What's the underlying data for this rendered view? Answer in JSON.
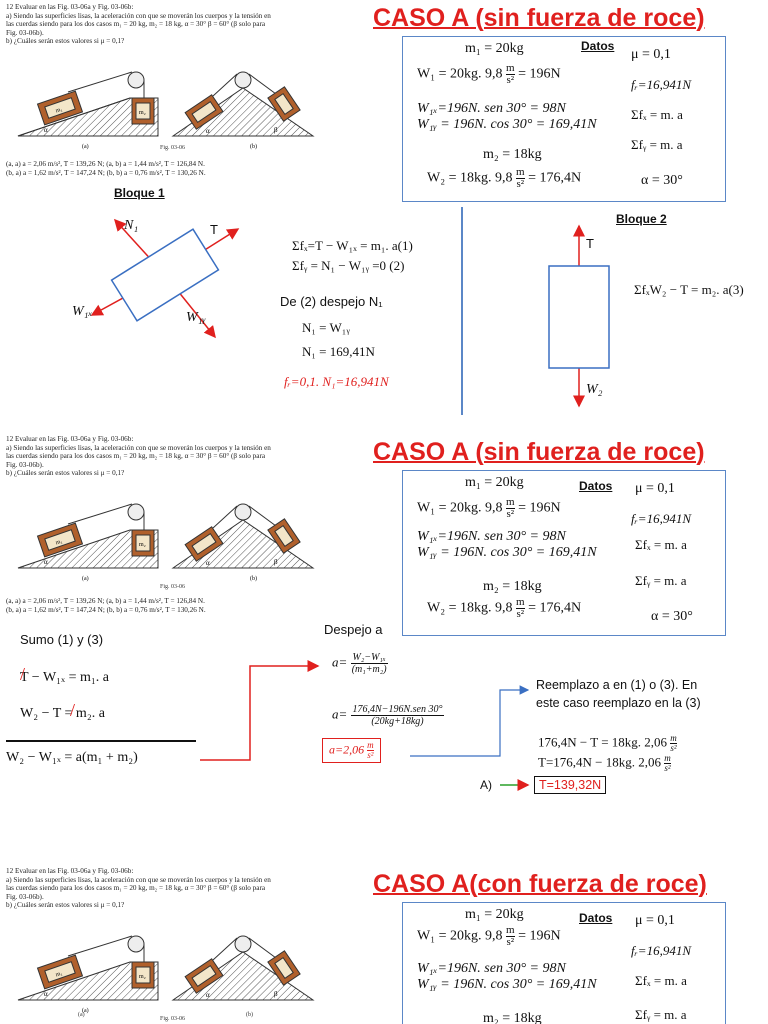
{
  "problem": {
    "lines": [
      "12   Evaluar en las Fig. 03-06a y Fig. 03-06b:",
      "a) Siendo las superficies lisas, la aceleración con que se moverán los cuerpos y la tensión en",
      "las cuerdas siendo para los dos casos m₁ = 20 kg, m₂ = 18 kg, α = 30° β = 60° (β solo para",
      "Fig. 03-06b).",
      "b) ¿Cuáles serán estos valores si μ = 0,1?"
    ],
    "answers": [
      "(a, a) a = 2,06 m/s², T = 139,26 N; (a, b) a = 1,44 m/s², T = 126,84 N.",
      "(b, a) a = 1,62 m/s², T = 147,24 N; (b, b) a = 0,76 m/s², T = 130,26 N."
    ],
    "fig_caption": "Fig. 03-06",
    "fig_a": "(a)",
    "fig_b": "(b)",
    "block1": "m₁",
    "block2": "m₂",
    "alpha": "α",
    "beta": "β"
  },
  "panel1": {
    "title": "CASO A (sin fuerza de roce)",
    "bloque1": "Bloque 1",
    "bloque2": "Bloque 2",
    "n1": "N₁",
    "t": "T",
    "w1x": "W₁ₓ",
    "w1y": "W₁ᵧ",
    "w2": "W₂",
    "sum_fx": "Σfₓ=T − W₁ₓ = m₁. a(1)",
    "sum_fy": "Σfᵧ = N₁ − W₁ᵧ =0 (2)",
    "despejo": "De (2) despejo  N₁",
    "n1_eq": "N₁ = W₁ᵧ",
    "n1_val": "N₁ = 169,41N",
    "fr_eq": "fᵣ=0,1. N₁=16,941N",
    "eq3": "ΣfₓW₂ − T = m₂. a(3)"
  },
  "datos": {
    "label": "Datos",
    "m1": "m₁ = 20kg",
    "w1_pre": "W₁ = 20kg. 9,8",
    "w1_post": "= 196N",
    "frac_num": "m",
    "frac_den": "s²",
    "w1x": "W₁ₓ=196N. sen 30° = 98N",
    "w1y": "W₁ᵧ = 196N. cos 30° = 169,41N",
    "m2": "m₂ = 18kg",
    "w2_pre": "W₂ = 18kg. 9,8",
    "w2_post": "= 176,4N",
    "mu": "μ = 0,1",
    "fr": "fᵣ=16,941N",
    "sfx": "Σfₓ = m. a",
    "sfy": "Σfᵧ = m. a",
    "alpha": "α = 30°"
  },
  "panel2": {
    "title": "CASO A (sin fuerza de roce)",
    "sumo": "Sumo (1) y (3)",
    "eq1": "T − W₁ₓ = m₁. a",
    "eq2": "W₂ − T = m₂. a",
    "sum": "W₂ − W₁ₓ = a(m₁ + m₂)",
    "despejo": "Despejo a",
    "a_label": "a=",
    "frac1_num": "W₂−W₁ₓ",
    "frac1_den": "(m₁+m₂)",
    "frac2_num": "176,4N−196N.sen 30°",
    "frac2_den": "(20kg+18kg)",
    "a_result": "a=2,06",
    "a_unit_num": "m",
    "a_unit_den": "s²",
    "reemplazo_1": "Reemplazo a en (1) o (3). En",
    "reemplazo_2": "este caso reemplazo en la (3)",
    "t_eq1": "176,4N − T = 18kg. 2,06",
    "t_eq2": "T=176,4N − 18kg. 2,06",
    "a_item": "A)",
    "t_result": "T=139,32N"
  },
  "panel3": {
    "title": "CASO A(con fuerza de roce)"
  }
}
